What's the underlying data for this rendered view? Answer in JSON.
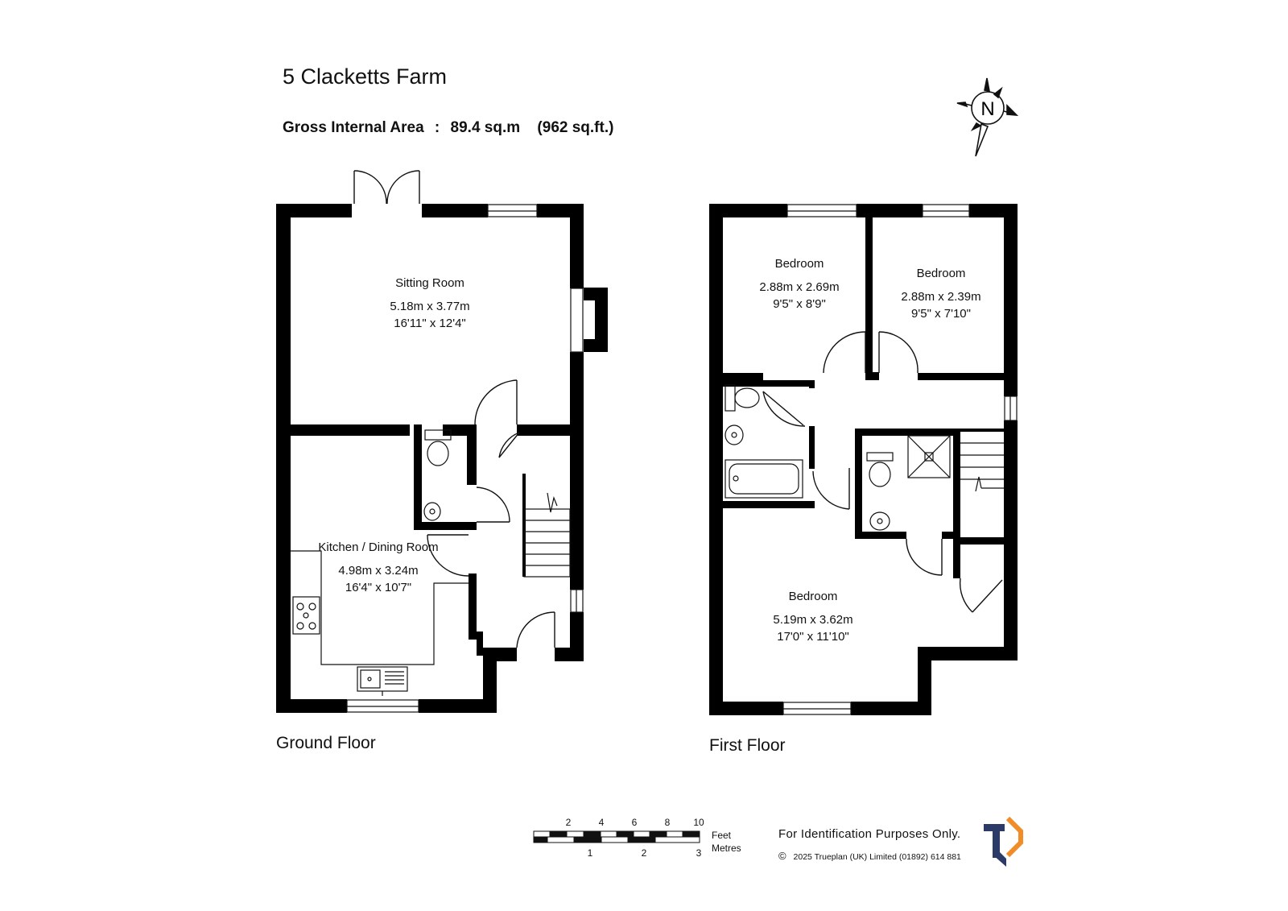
{
  "header": {
    "title": "5 Clacketts Farm",
    "gia_label": "Gross Internal Area",
    "gia_sep": ":",
    "gia_sqm": "89.4 sq.m",
    "gia_sqft": "(962 sq.ft.)"
  },
  "compass": {
    "letter": "N",
    "icon": "north-compass-icon"
  },
  "floors": {
    "ground": {
      "label": "Ground Floor",
      "rooms": [
        {
          "name": "Sitting Room",
          "metric": "5.18m  x  3.77m",
          "imperial": "16'11\"  x  12'4\""
        },
        {
          "name": "Kitchen / Dining Room",
          "metric": "4.98m  x  3.24m",
          "imperial": "16'4\"  x  10'7\""
        }
      ]
    },
    "first": {
      "label": "First Floor",
      "rooms": [
        {
          "name": "Bedroom",
          "metric": "2.88m  x  2.69m",
          "imperial": "9'5\"  x  8'9\""
        },
        {
          "name": "Bedroom",
          "metric": "2.88m  x  2.39m",
          "imperial": "9'5\"  x  7'10\""
        },
        {
          "name": "Bedroom",
          "metric": "5.19m  x  3.62m",
          "imperial": "17'0\"  x  11'10\""
        }
      ]
    }
  },
  "scale": {
    "feet_ticks": [
      "2",
      "4",
      "6",
      "8",
      "10"
    ],
    "metre_ticks": [
      "1",
      "2",
      "3"
    ],
    "feet_label": "Feet",
    "metres_label": "Metres"
  },
  "footer": {
    "note": "For Identification Purposes Only.",
    "copyright": "2025 Trueplan (UK) Limited  (01892) 614 881",
    "copyright_symbol": "©",
    "logo_colors": {
      "primary": "#2b3a67",
      "accent": "#f28c28"
    }
  }
}
